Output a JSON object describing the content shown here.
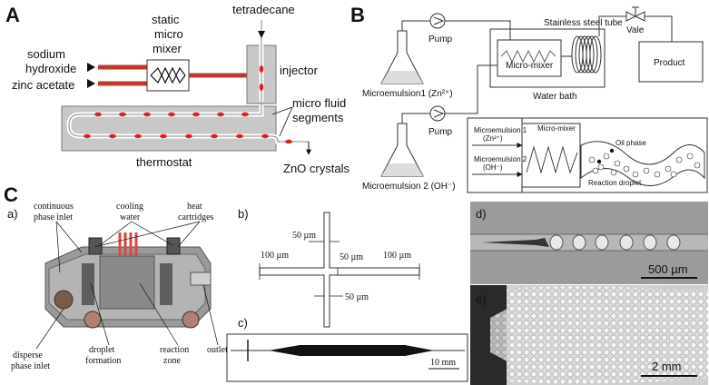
{
  "panelA": {
    "letter": "A",
    "naoh": [
      "sodium",
      "hydroxide"
    ],
    "zinc": "zinc acetate",
    "mixer": [
      "static",
      "micro",
      "mixer"
    ],
    "tetradecane": "tetradecane",
    "injector": "injector",
    "segments": [
      "micro fluid",
      "segments"
    ],
    "thermostat": "thermostat",
    "product": "ZnO crystals"
  },
  "panelB": {
    "letter": "B",
    "pump": "Pump",
    "pump2": "Pump",
    "me1": "Microemulsion1 (Zn²⁺)",
    "me2": "Microemulsion 2 (OH⁻)",
    "micromixer": "Micro-mixer",
    "steel": "Stainless steel tube",
    "vale": "Vale",
    "product": "Product",
    "bath": "Water bath",
    "inset": {
      "me1": [
        "Microemulsion 1",
        "(Zn²⁺)"
      ],
      "me2": [
        "Microemulsion 2",
        "(OH⁻)"
      ],
      "mixer": "Micro-mixer",
      "oil": "Oil phase",
      "droplet": "Reaction droplet"
    }
  },
  "panelC": {
    "letter": "C",
    "a": {
      "letter": "a)",
      "continuous": [
        "continuous",
        "phase inlet"
      ],
      "cooling": [
        "cooling",
        "water"
      ],
      "heat": [
        "heat",
        "cartridges"
      ],
      "disperse": [
        "disperse",
        "phase inlet"
      ],
      "droplet": [
        "droplet",
        "formation"
      ],
      "reaction": [
        "reaction",
        "zone"
      ],
      "outlet": "outlet"
    },
    "b": {
      "letter": "b)",
      "d1": "50 µm",
      "d2": "100 µm",
      "d3": "50 µm",
      "d4": "100 µm",
      "d5": "50 µm"
    },
    "c": {
      "letter": "c)",
      "scale": "10 mm"
    },
    "d": {
      "letter": "d)",
      "scale": "500 µm"
    },
    "e": {
      "letter": "e)",
      "scale": "2 mm"
    }
  }
}
